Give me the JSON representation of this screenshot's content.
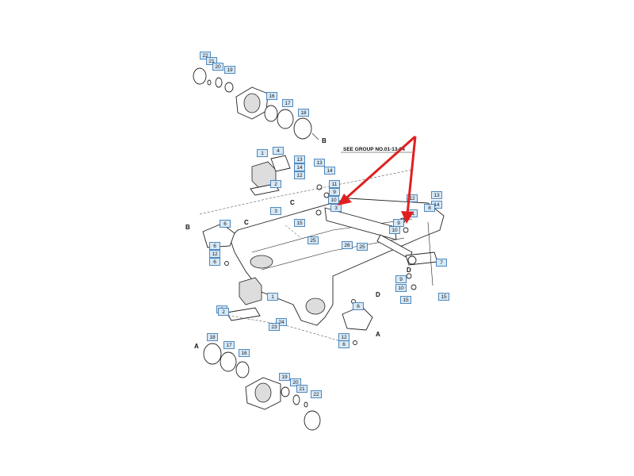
{
  "see_group": "SEE GROUP NO.01-13-04",
  "letters": [
    "A",
    "A",
    "B",
    "B",
    "C",
    "C",
    "D",
    "D"
  ],
  "callouts": [
    "22",
    "21",
    "20",
    "19",
    "16",
    "17",
    "18",
    "1",
    "4",
    "2",
    "3",
    "13",
    "14",
    "12",
    "13",
    "14",
    "11",
    "9",
    "10",
    "3",
    "15",
    "25",
    "6",
    "26",
    "25",
    "13",
    "12",
    "14",
    "11",
    "9",
    "10",
    "7",
    "8",
    "9",
    "10",
    "15",
    "15",
    "6",
    "12",
    "6",
    "3",
    "1",
    "2",
    "24",
    "23",
    "6",
    "12",
    "6",
    "18",
    "17",
    "16",
    "19",
    "20",
    "21",
    "22"
  ],
  "annotation": {
    "arrows": 2,
    "color": "#e02020"
  }
}
